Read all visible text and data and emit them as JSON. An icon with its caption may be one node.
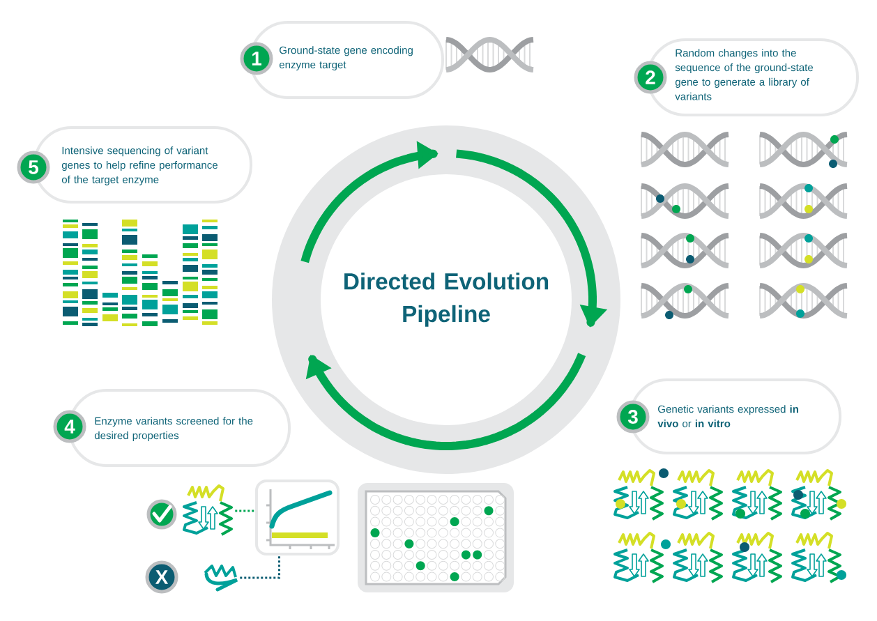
{
  "diagram": {
    "nodes": [
      {
        "text": [
          "1",
          "Ground-state gene encoding enzyme target"
        ]
      },
      {
        "text": [
          "2",
          "Random changes into the sequence of the ground-state gene to generate a library of variants"
        ]
      },
      {
        "text": [
          "5",
          "Intensive sequencing of variant genes to help refine performance of the target enzyme"
        ]
      },
      {
        "text": [
          "Directed Evolution Pipeline"
        ]
      },
      {
        "text": [
          "3",
          "Genetic variants expressed **in vivo** or **in vitro**"
        ]
      },
      {
        "text": [
          "4",
          "Enzyme variants screened for the desired properties"
        ]
      },
      {
        "text": [],
        "shape": "picture"
      },
      {
        "text": [],
        "shape": "picture"
      },
      {
        "text": [
          "X"
        ]
      },
      {
        "text": [],
        "shape": "picture"
      }
    ],
    "edges": [
      {
        "from": 6,
        "to": 7,
        "arrow": "none",
        "style": "dashed",
        "color": "#00a651"
      },
      {
        "from": 9,
        "to": 7,
        "arrow": "none",
        "style": "dashed",
        "color": "#0b5c72"
      }
    ]
  }
}
